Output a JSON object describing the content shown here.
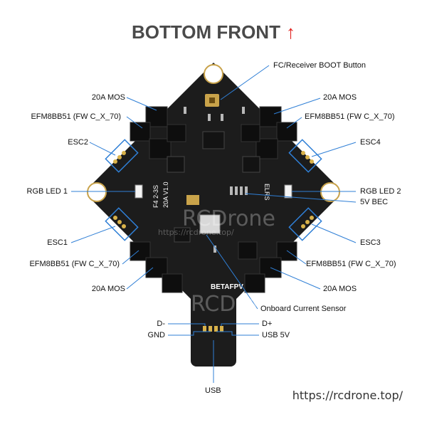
{
  "title": {
    "text": "BOTTOM FRONT",
    "arrow": "↑"
  },
  "labels": {
    "fc_boot": "FC/Receiver BOOT Button",
    "mos_tl": "20A MOS",
    "efm_tl": "EFM8BB51 (FW  C_X_70)",
    "esc2": "ESC2",
    "rgb1": "RGB LED 1",
    "esc1": "ESC1",
    "efm_bl": "EFM8BB51 (FW  C_X_70)",
    "mos_bl": "20A MOS",
    "mos_tr": "20A MOS",
    "efm_tr": "EFM8BB51 (FW  C_X_70)",
    "esc4": "ESC4",
    "rgb2": "RGB LED 2",
    "bec": "5V BEC",
    "esc3": "ESC3",
    "efm_br": "EFM8BB51 (FW  C_X_70)",
    "mos_br": "20A MOS",
    "current": "Onboard Current Sensor",
    "dminus": "D-",
    "dplus": "D+",
    "gnd": "GND",
    "usb5v": "USB 5V",
    "usb": "USB"
  },
  "board_text": {
    "brand": "BETAFPV",
    "model": "F4 2-3S",
    "version": "20A V1.0",
    "elrs": "ELRS"
  },
  "watermark": {
    "big": "RCDrone",
    "url": "https://rcdrone.top/"
  },
  "footer": "https://rcdrone.top/",
  "colors": {
    "board": "#1c1c1c",
    "accent": "#e0201c",
    "leader": "#2f7fd6",
    "pad": "#d9b24a"
  }
}
